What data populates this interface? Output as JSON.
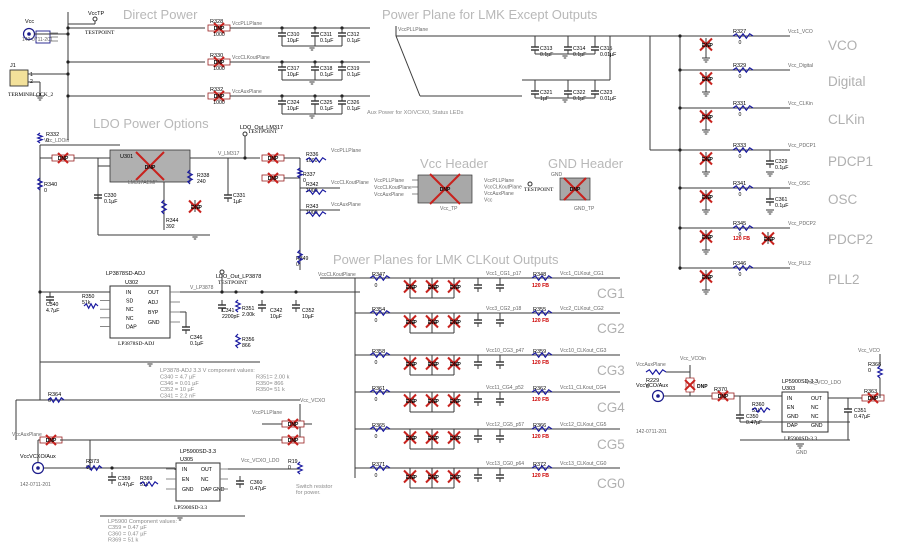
{
  "headers": {
    "direct_power": "Direct Power",
    "plane_except": "Power Plane for LMK Except Outputs",
    "ldo_options": "LDO Power Options",
    "vcc_header": "Vcc Header",
    "gnd_header": "GND Header",
    "clkout_planes": "Power Planes for LMK CLKout Outputs"
  },
  "connectors": {
    "vcc_label": "Vcc",
    "vcc_part": "142-0711-201",
    "j1": "J1",
    "j1_part": "TERMINBLOCK_2",
    "vcctp": "VccTP",
    "testpoint": "TESTPOINT",
    "vccaux_label": "VccVCXO/Aux",
    "vccaux_part": "142-0711-201",
    "vccaux2_label": "VccVCO/Aux",
    "vccaux2_part": "142-0711-201",
    "vcc_ldo_in": "Vcc_LDOin",
    "ldo_out_lmk": "LDO_Out_LM317",
    "ldo_out_lp": "LDO_Out_LP3878",
    "gnd": "GND"
  },
  "direct_power_rows": [
    {
      "net": "VccPLLPlane",
      "r": "R328",
      "caps": [
        "C310\n10µF",
        "C311\n0.1µF",
        "C312\n0.1µF"
      ]
    },
    {
      "net": "VccCLKoutPlane",
      "r": "R330",
      "caps": [
        "C317\n10µF",
        "C318\n0.1µF",
        "C319\n0.1µF"
      ]
    },
    {
      "net": "VccAuxPlane",
      "r": "R332",
      "caps": [
        "C324\n10µF",
        "C325\n0.1µF",
        "C326\n0.1µF"
      ]
    }
  ],
  "aux_note": "Aux Power for XO/VCXO, Status LEDs",
  "plane_caps_top": [
    "C313\n0.1µF",
    "C314\n0.1µF",
    "C315\n0.01µF"
  ],
  "plane_caps_bot": [
    "C321\n1µF",
    "C322\n0.1µF",
    "C323\n0.01µF"
  ],
  "lmk_rails": [
    {
      "label": "VCO",
      "r": "R327",
      "net": "Vcc1_VCO"
    },
    {
      "label": "Digital",
      "r": "R329",
      "net": "Vcc_Digital"
    },
    {
      "label": "CLKin",
      "r": "R331",
      "net": "Vcc_CLKin"
    },
    {
      "label": "PDCP1",
      "r": "R333",
      "net": "Vcc_PDCP1"
    },
    {
      "label": "OSC",
      "r": "R341",
      "net": "Vcc_OSC"
    },
    {
      "label": "PDCP2",
      "r": "R345",
      "net": "Vcc_PDCP2"
    },
    {
      "label": "PLL2",
      "r": "R346",
      "net": "Vcc_PLL2"
    }
  ],
  "rail_extra": {
    "c329": "C329\n0.1µF",
    "c361": "C361\n0.1µF",
    "fb": "120 FB"
  },
  "ldo": {
    "u1": "U301",
    "u1_part": "LM317AEMP",
    "r338": "R338\n240",
    "r344": "R344\n392",
    "c330": "C330\n0.1µF",
    "c331": "C331\n1µF",
    "r336": "R336\n1000",
    "r337": "R337\n0",
    "r342": "R342\n1000",
    "r343": "R343\n1000",
    "r349": "R349\n0",
    "r332": "R332\n0",
    "r340": "R340\n0",
    "vlm317": "V_LM317",
    "vlp": "V_LP3878",
    "u2_title": "LP3878SD-ADJ",
    "u2": "U302",
    "u2_part": "LP3878SD-ADJ",
    "u2_pins_left": [
      "IN",
      "SD",
      "NC",
      "NC",
      "DAP"
    ],
    "u2_pins_right": [
      "OUT",
      "ADJ",
      "BYP",
      "GND"
    ],
    "c340": "C340\n4.7µF",
    "r350": "R350\n51k",
    "c341": "C341\n2200pF",
    "r351": "R351\n2.00k",
    "c342": "C342\n10µF",
    "c352": "C352\n10µF",
    "c346": "C346\n0.1µF",
    "r356": "R356\n866"
  },
  "lp3878_notes": [
    "LP3878-ADJ 3.3 V component values:",
    "C340 = 4.7 µF",
    "C346 = 0.01 µF",
    "C352 = 10 µF",
    "C341 = 2.2 nF",
    "R351= 2.00 k",
    "R350= 866",
    "R350= 51 k"
  ],
  "vcc_header": {
    "nets": [
      "VccPLLPlane",
      "VccCLKoutPlane",
      "VccAuxPlane"
    ],
    "right": [
      "VccPLLPlane",
      "VccCLKoutPlane",
      "VccAuxPlane",
      "Vcc"
    ],
    "part": "Vcc_TP"
  },
  "gnd_header": {
    "net": "GND",
    "part": "GND_TP"
  },
  "cg_rows": [
    {
      "label": "CG1",
      "r1": "R347",
      "r2": "R348",
      "net": "Vcc1_CG1_p17",
      "out": "Vcc1_CLKout_CG1"
    },
    {
      "label": "CG2",
      "r1": "R354",
      "r2": "R355",
      "net": "Vcc3_CG2_p18",
      "out": "Vcc2_CLKout_CG2"
    },
    {
      "label": "CG3",
      "r1": "R358",
      "r2": "R359",
      "net": "Vcc10_CG3_p47",
      "out": "Vcc10_CLKout_CG3"
    },
    {
      "label": "CG4",
      "r1": "R361",
      "r2": "R362",
      "net": "Vcc11_CG4_p52",
      "out": "Vcc11_CLKout_CG4"
    },
    {
      "label": "CG5",
      "r1": "R365",
      "r2": "R366",
      "net": "Vcc12_CG5_p57",
      "out": "Vcc12_CLKout_CG5"
    },
    {
      "label": "CG0",
      "r1": "R371",
      "r2": "R372",
      "net": "Vcc13_CG0_p64",
      "out": "Vcc13_CLKout_CG0"
    }
  ],
  "cg_common": {
    "zero": "0",
    "fb": "120 FB",
    "plane": "VccCLKoutPlane"
  },
  "lp5900_left": {
    "title": "LP5900SD-3.3",
    "u": "U305",
    "part": "LP5900SD-3.3",
    "pins_left": [
      "IN",
      "EN",
      "GND"
    ],
    "pins_right": [
      "OUT",
      "NC",
      "DAP GND"
    ],
    "r373": "R373\n0",
    "c359": "C359\n0.47µF",
    "r369": "R369\n51k",
    "c360": "C360\n0.47µF",
    "r19": "R19\n0",
    "vcc_vcxo": "Vcc_VCXO",
    "vcc_vcxo_ldo": "Vcc_VCXO_LDO",
    "switch_note": "Switch resistor\nfor power.",
    "r364": "R364\n0",
    "vccaux": "VccAuxPlane",
    "vccpll": "VccPLLPlane"
  },
  "lp5900_notes": [
    "LP5900 Component values:",
    "C359 = 0.47 µF",
    "C360 = 0.47 µF",
    "R369 = 51 k"
  ],
  "lp5900_right": {
    "title": "LP5900SD-3.3",
    "u": "U303",
    "part": "LP5900SD-3.3",
    "r229": "R229\n0",
    "r370": "R370",
    "r360": "R360\n51k",
    "c350": "C350\n0.47µF",
    "c351": "C351\n0.47µF",
    "r368": "R368\n0",
    "r363": "R363",
    "vcc_vco_ldo": "Vcc_VCO_LDO",
    "vcc_vco": "Vcc_VCO",
    "vcc_vcoin": "Vcc_VCOin",
    "vccauxplane": "VccAuxPlane"
  },
  "dnp": "DNP"
}
